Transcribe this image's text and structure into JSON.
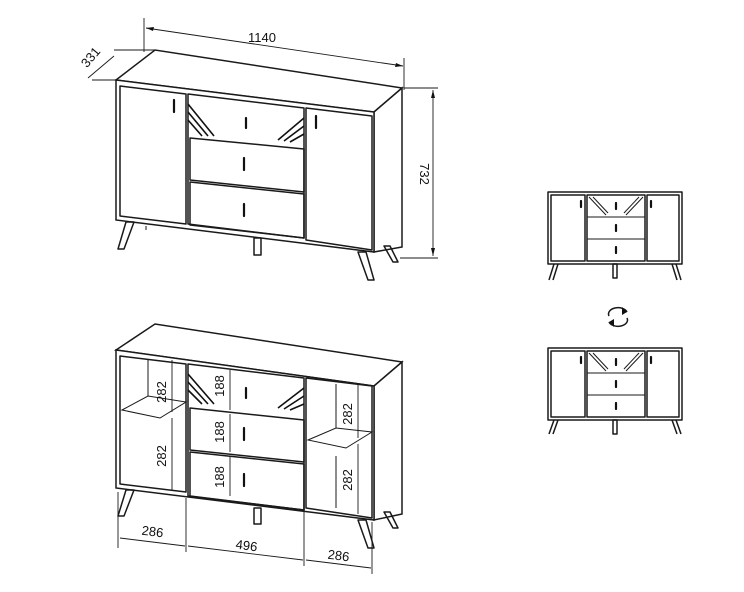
{
  "dimensions": {
    "width": "1140",
    "depth": "331",
    "height": "732",
    "shelf_left_upper": "282",
    "shelf_left_lower": "282",
    "shelf_right_upper": "282",
    "shelf_right_lower": "282",
    "drawer_1": "188",
    "drawer_2": "188",
    "drawer_3": "188",
    "bottom_left": "286",
    "bottom_center": "496",
    "bottom_right": "286"
  },
  "icons": {
    "rotate": "rotate-arrows-icon"
  }
}
